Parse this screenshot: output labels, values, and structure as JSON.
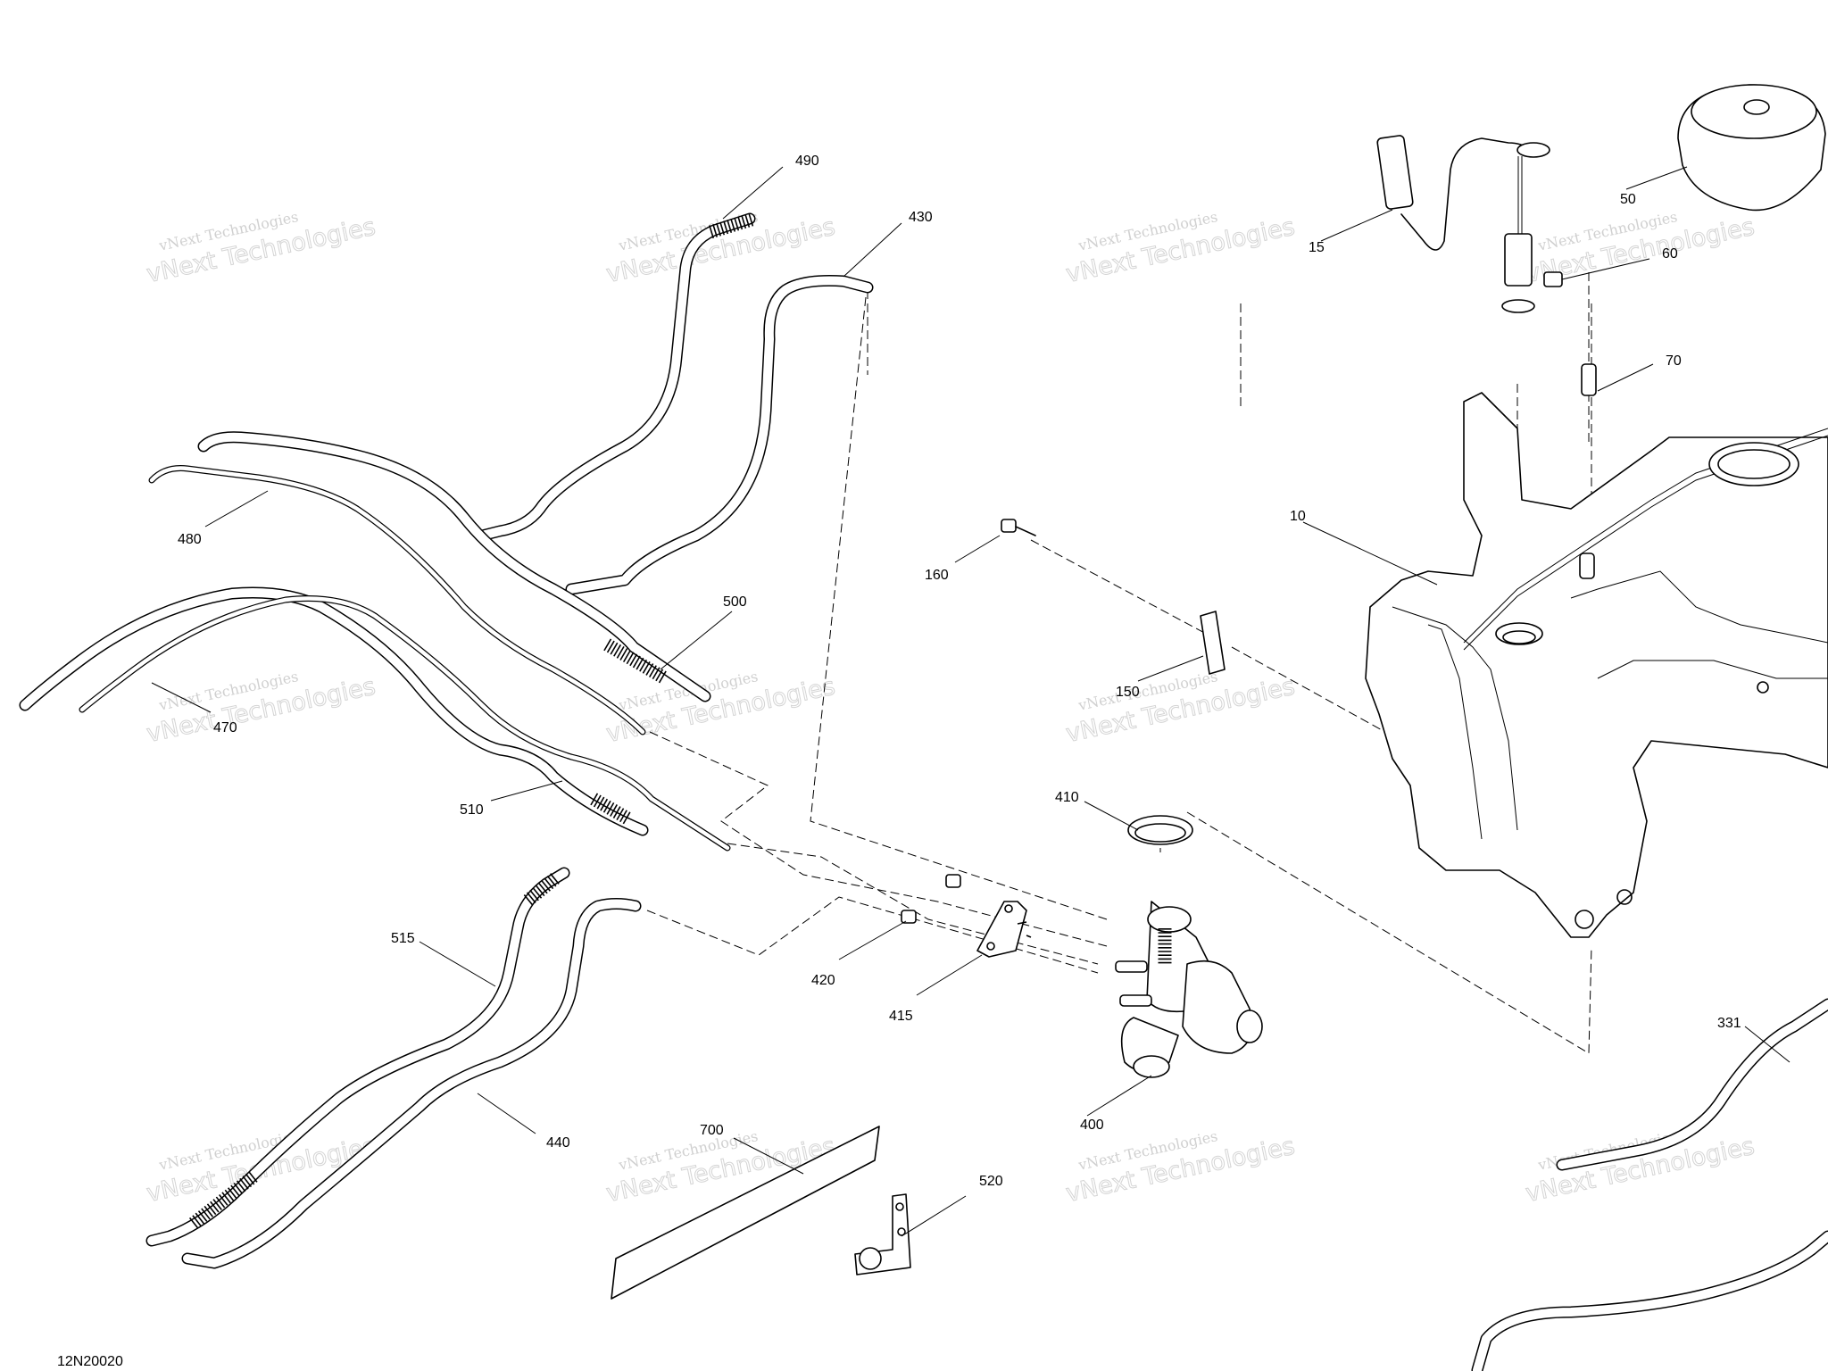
{
  "diagram": {
    "drawing_id": "12N20020",
    "watermark": {
      "line1": "vNext Technologies",
      "line2": "vNext Technologies"
    },
    "callouts": {
      "p10": "10",
      "p15": "15",
      "p50": "50",
      "p60": "60",
      "p70": "70",
      "p150": "150",
      "p160": "160",
      "p331": "331",
      "p400": "400",
      "p410": "410",
      "p415": "415",
      "p420": "420",
      "p430": "430",
      "p440": "440",
      "p470": "470",
      "p480": "480",
      "p490": "490",
      "p500": "500",
      "p510": "510",
      "p515": "515",
      "p520": "520",
      "p700": "700"
    }
  }
}
